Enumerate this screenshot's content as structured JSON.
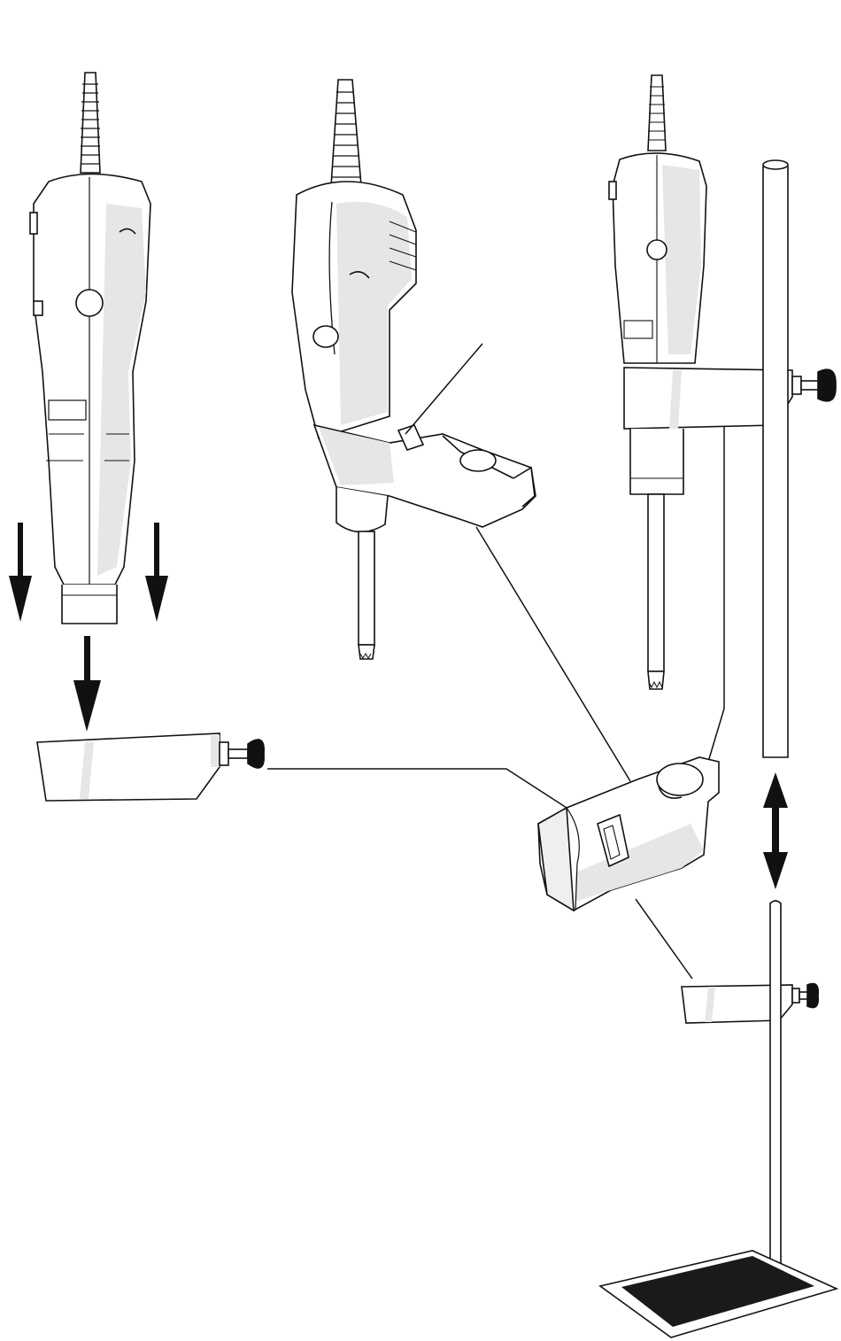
{
  "diagram": {
    "title": "",
    "components": [
      {
        "id": "homogenizer-front",
        "icon": "homogenizer-icon"
      },
      {
        "id": "homogenizer-angled-with-clip",
        "icon": "homogenizer-icon"
      },
      {
        "id": "homogenizer-on-stand",
        "icon": "homogenizer-icon"
      },
      {
        "id": "clamp-holder",
        "icon": "clamp-icon"
      },
      {
        "id": "clip-insert",
        "icon": "clip-icon"
      },
      {
        "id": "support-rod",
        "icon": "rod-icon"
      },
      {
        "id": "stand-base",
        "icon": "base-plate-icon"
      }
    ],
    "arrows": [
      {
        "id": "insert-arrow-left",
        "direction": "down"
      },
      {
        "id": "insert-arrow-right",
        "direction": "down"
      },
      {
        "id": "insert-arrow-center",
        "direction": "down"
      },
      {
        "id": "height-adjust-arrow",
        "direction": "up-down"
      }
    ],
    "colors": {
      "line": "#111111",
      "fill": "#ffffff",
      "shade": "#e4e4e4",
      "base": "#1a1a1a"
    }
  }
}
